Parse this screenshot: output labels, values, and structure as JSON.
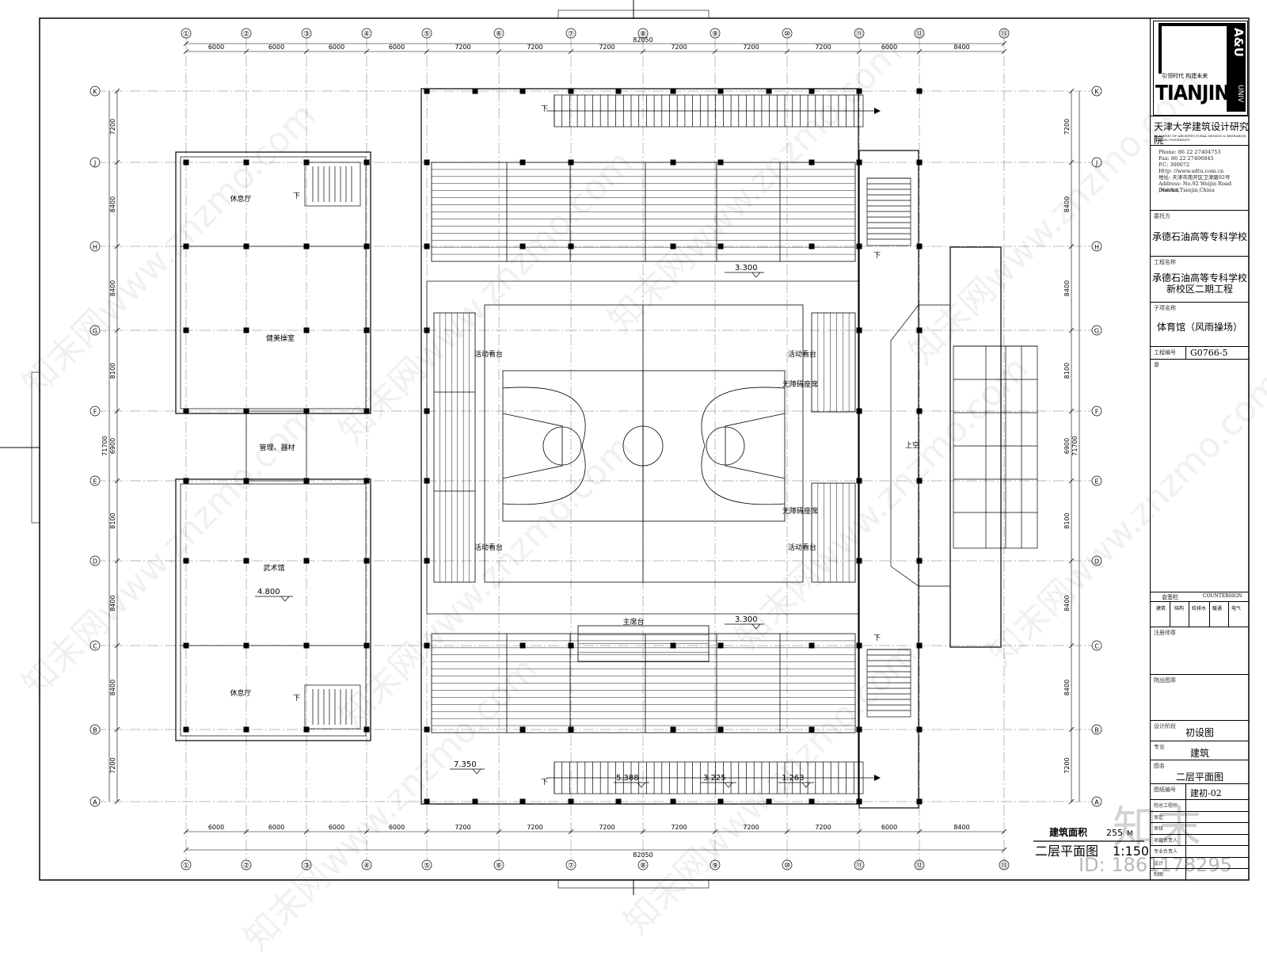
{
  "grid": {
    "col_labels": [
      "①",
      "②",
      "③",
      "④",
      "⑤",
      "⑥",
      "⑦",
      "⑧",
      "⑨",
      "⑩",
      "⑪",
      "⑫",
      "⑬"
    ],
    "col_spacing": [
      "6000",
      "6000",
      "6000",
      "6000",
      "7200",
      "7200",
      "7200",
      "7200",
      "7200",
      "7200",
      "6000",
      "8400"
    ],
    "total_width": "82050",
    "row_labels": [
      "K",
      "J",
      "H",
      "G",
      "F",
      "E",
      "D",
      "C",
      "B",
      "A"
    ],
    "row_spacing": [
      "7200",
      "8400",
      "8400",
      "8100",
      "6900",
      "8100",
      "8400",
      "8400",
      "7200"
    ],
    "total_height": "71700"
  },
  "rooms": {
    "lounge_top": "休息厅",
    "fitness": "健美操室",
    "equipment": "管理、器材",
    "martial_arts": "武术馆",
    "lounge_bottom": "休息厅",
    "stands_tl": "活动看台",
    "stands_tr": "活动看台",
    "stands_bl": "活动看台",
    "stands_br": "活动看台",
    "accessible_top": "无障碍座席",
    "accessible_bottom": "无障碍座席",
    "vip_stand": "主席台",
    "void": "上空",
    "down": "下"
  },
  "levels": {
    "upper": "3.300",
    "middle": "3.300",
    "martial": "4.800",
    "outer": "7.350",
    "stair_a": "5.388",
    "stair_b": "3.225",
    "stair_c": "1.263"
  },
  "footer": {
    "area_label": "建筑面积",
    "area_value": "255",
    "area_unit": "M",
    "drawing_title": "二层平面图",
    "scale": "1:150"
  },
  "title_block": {
    "slogan": "引领时代 构建未来",
    "brand": "TIANJIN",
    "brand_side": "A&U",
    "brand_sub": "UNIV",
    "institute": "天津大学建筑设计研究院",
    "institute_en": "ACADEMY OF ARCHITECTURAL DESIGN & RESEARCH TIANJIN UNIVERSITY",
    "contact": [
      "Phone:   86 22 27404753",
      "Fax:     86 22 27406845",
      "P.C:     300072",
      "Http:    //www.adtu.com.cn",
      "地址:    天津市南开区卫津路92号",
      "Address: No.92 Weijin Road ,Nankai",
      "         District,Tianjin,China"
    ],
    "client_label": "委托方",
    "client": "承德石油高等专科学校",
    "project_label": "工程名称",
    "project": [
      "承德石油高等专科学校",
      "新校区二期工程"
    ],
    "subitem_label": "子项名称",
    "subitem": "体育馆（风雨操场）",
    "number_label": "工程编号",
    "number": "G0766-5",
    "stamp_label": "章",
    "sign_label": "会签栏",
    "sign_label_en": "COUNTERSIGN",
    "sign_cols": [
      "建筑",
      "结构",
      "给排水",
      "暖通",
      "电气"
    ],
    "reg_label": "注册师章",
    "dept_label": "院出图章",
    "stage_label": "设计阶段",
    "stage": "初设图",
    "discipline_label": "专业",
    "discipline": "建筑",
    "name_label": "图名",
    "name": "二层平面图",
    "sheet_label": "图纸编号",
    "sheet": "建初-02",
    "people": [
      "院总工程师",
      "审定",
      "审核",
      "项目负责人",
      "专业负责人",
      "设计",
      "制图"
    ]
  },
  "watermark": {
    "site": "知末网www.znzmo.com",
    "brand": "知末",
    "id": "ID: 1861178295"
  }
}
